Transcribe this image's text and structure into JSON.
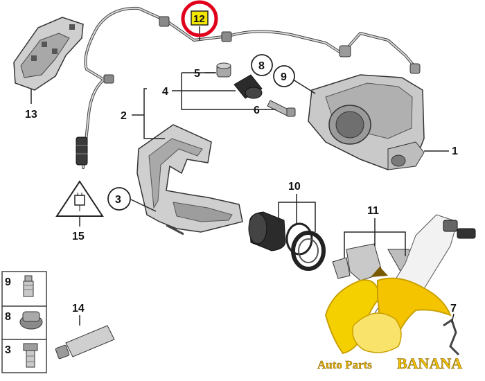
{
  "callouts": {
    "c1": "1",
    "c2": "2",
    "c3": "3",
    "c4": "4",
    "c5": "5",
    "c6": "6",
    "c7": "7",
    "c8": "8",
    "c9": "9",
    "c10": "10",
    "c11": "11",
    "c12": "12",
    "c13": "13",
    "c14": "14",
    "c15": "15"
  },
  "legend": {
    "row_9": "9",
    "row_8": "8",
    "row_3": "3"
  },
  "highlight": {
    "part": "12",
    "ring_color": "#e0001b",
    "box_color": "#f2e600"
  },
  "logo": {
    "text_a": "Auto Parts",
    "text_b": "BANANA",
    "color": "#f5c400"
  },
  "colors": {
    "line": "#222222",
    "part_fill": "#cfcfcf",
    "part_shade": "#9a9a9a",
    "dark_part": "#2b2b2b"
  }
}
